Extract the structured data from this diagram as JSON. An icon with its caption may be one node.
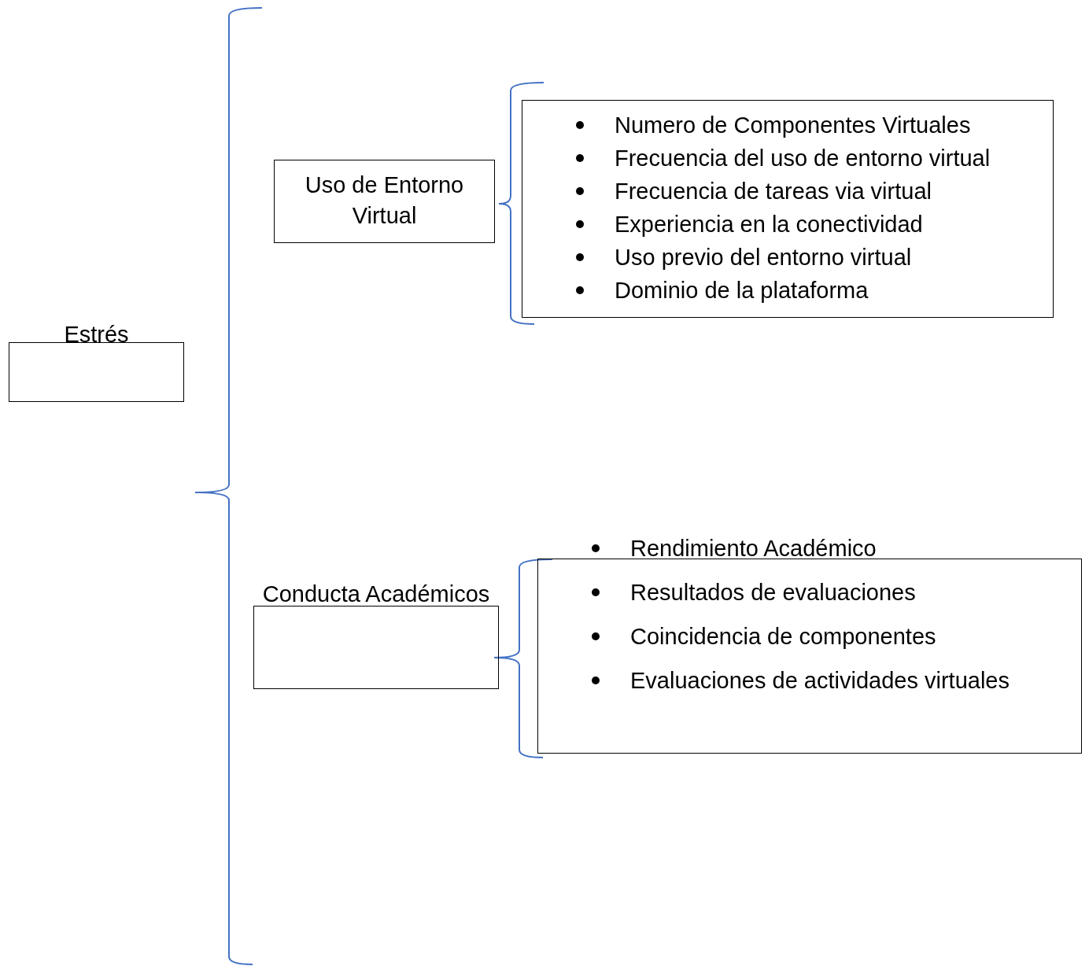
{
  "diagram": {
    "nodes": [
      {
        "text": [
          "Estrés"
        ]
      },
      {
        "text": [
          "Uso de Entorno Virtual"
        ]
      },
      {
        "text": [
          "Numero de Componentes Virtuales",
          "Frecuencia del uso de entorno virtual",
          "Frecuencia de tareas via virtual",
          "Experiencia en la conectividad",
          "Uso previo del entorno virtual",
          "Dominio de la plataforma"
        ]
      },
      {
        "text": [
          "Conducta Académicos"
        ]
      },
      {
        "text": [
          "Rendimiento Académico",
          "Resultados de evaluaciones",
          "Coincidencia de componentes",
          "Evaluaciones de actividades virtuales"
        ]
      }
    ]
  }
}
